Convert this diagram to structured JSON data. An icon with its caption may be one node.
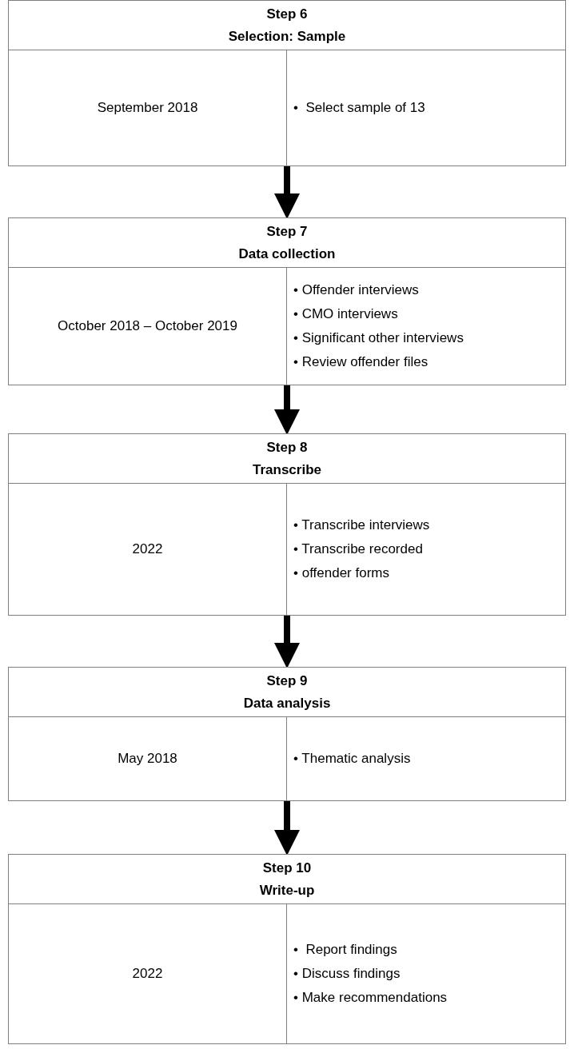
{
  "diagram": {
    "nodes": [
      {
        "text": [
          "Step 6",
          "Selection: Sample"
        ]
      },
      {
        "text": [
          "September 2018"
        ],
        "in": 0
      },
      {
        "text": [
          "•  Select sample of 13"
        ],
        "in": 0
      },
      {
        "text": [
          "Step 7",
          "Data collection"
        ]
      },
      {
        "text": [
          "October 2018 – October 2019"
        ],
        "in": 3
      },
      {
        "text": [
          "• Offender interviews",
          "• CMO interviews",
          "• Significant other interviews",
          "• Review offender files"
        ],
        "in": 3
      },
      {
        "text": [
          "Step 8",
          "Transcribe"
        ]
      },
      {
        "text": [
          "2022"
        ],
        "in": 6
      },
      {
        "text": [
          "• Transcribe interviews",
          "• Transcribe recorded",
          "• offender forms"
        ],
        "in": 6
      },
      {
        "text": [
          "Step 9",
          "Data analysis"
        ]
      },
      {
        "text": [
          "May 2018"
        ],
        "in": 9
      },
      {
        "text": [
          "• Thematic analysis"
        ],
        "in": 9
      },
      {
        "text": [
          "Step 10",
          "Write-up"
        ]
      },
      {
        "text": [
          "2022"
        ],
        "in": 12
      },
      {
        "text": [
          "•  Report findings",
          "• Discuss findings",
          "• Make recommendations"
        ],
        "in": 12
      }
    ],
    "edges": [
      {
        "from": 0,
        "to": 3,
        "arrow": "to"
      },
      {
        "from": 3,
        "to": 6,
        "arrow": "to"
      },
      {
        "from": 6,
        "to": 9,
        "arrow": "to"
      },
      {
        "from": 9,
        "to": 12,
        "arrow": "to"
      }
    ]
  }
}
